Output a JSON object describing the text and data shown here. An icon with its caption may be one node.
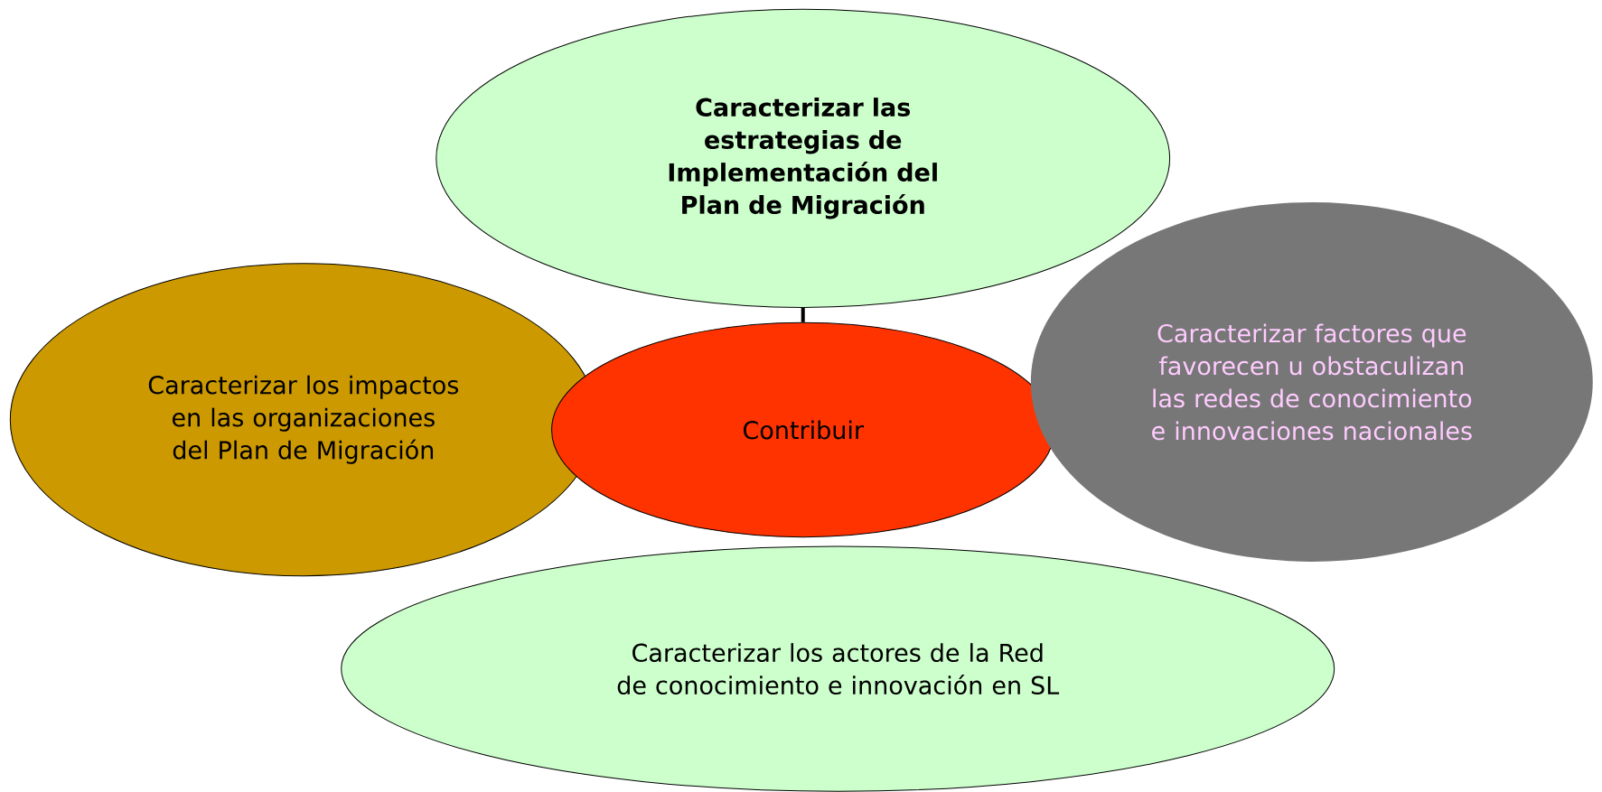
{
  "diagram": {
    "nodes": [
      {
        "text": [
          "Caracterizar las estrategias de Implementación del Plan de Migración"
        ]
      },
      {
        "text": [
          "Caracterizar los impactos en las organizaciones del Plan de Migración"
        ]
      },
      {
        "text": [
          "Contribuir"
        ]
      },
      {
        "text": [
          "Caracterizar factores que favorecen u obstaculizan las redes de conocimiento e innovaciones nacionales"
        ]
      },
      {
        "text": [
          "Caracterizar los actores de la Red de conocimiento e innovación en SL"
        ]
      }
    ],
    "edges": [
      {
        "from": 0,
        "to": 2,
        "arrow": "none"
      }
    ]
  }
}
